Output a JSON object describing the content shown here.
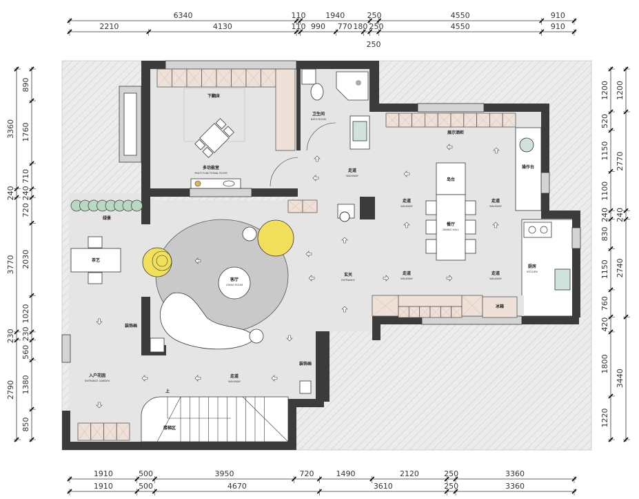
{
  "colors": {
    "wall": "#3b3b3b",
    "floor": "#e5e5e5",
    "cabinet": "#efe1d7",
    "accent_yellow": "#f2e05a",
    "plant_green": "#b8d8c4",
    "glass": "#cfe3dc"
  },
  "dimensions": {
    "top_outer": [
      6340,
      110,
      1940,
      250,
      4550,
      910
    ],
    "top_inner": [
      2210,
      4130,
      110,
      990,
      770,
      180,
      250,
      4550,
      910
    ],
    "top_extra": 250,
    "bottom_inner": [
      1910,
      500,
      3950,
      720,
      1490,
      2120,
      250,
      3360
    ],
    "bottom_outer": [
      1910,
      500,
      4670,
      3610,
      250,
      3360
    ],
    "left_outer": [
      3360,
      240,
      3770,
      230,
      2790
    ],
    "left_inner": [
      890,
      1760,
      710,
      240,
      720,
      2030,
      1020,
      230,
      560,
      1380,
      850
    ],
    "right_inner": [
      1200,
      520,
      1150,
      1100,
      240,
      830,
      1150,
      760,
      420,
      1800,
      1220
    ],
    "right_outer": [
      1200,
      2770,
      240,
      2740,
      3440
    ]
  },
  "rooms": {
    "fold_bed": "下翻床",
    "multi_room": {
      "cn": "多功能室",
      "en": "MULTI FUNCTIONAL ROOM"
    },
    "bath": {
      "cn": "卫生间",
      "en": "BATH ROOM"
    },
    "walkway_cn": "走道",
    "walkway_en": "WALKWAY",
    "wine_cabinet": "展示酒柜",
    "island": "岛台",
    "counter": "操作台",
    "dining": {
      "cn": "餐厅",
      "en": "DINING HALL"
    },
    "kitchen": {
      "cn": "厨房",
      "en": "KITCHEN"
    },
    "fridge": "冰箱",
    "entrance": {
      "cn": "玄关",
      "en": "ENTRANCE"
    },
    "living": {
      "cn": "客厅",
      "en": "LIVING ROOM"
    },
    "greenery": "绿景",
    "tea": "茶艺",
    "decor_painting": "装饰画",
    "garden": {
      "cn": "入户花园",
      "en": "ENTRANCE GARDEN"
    },
    "stairs": "楼梯区",
    "up": "上"
  }
}
